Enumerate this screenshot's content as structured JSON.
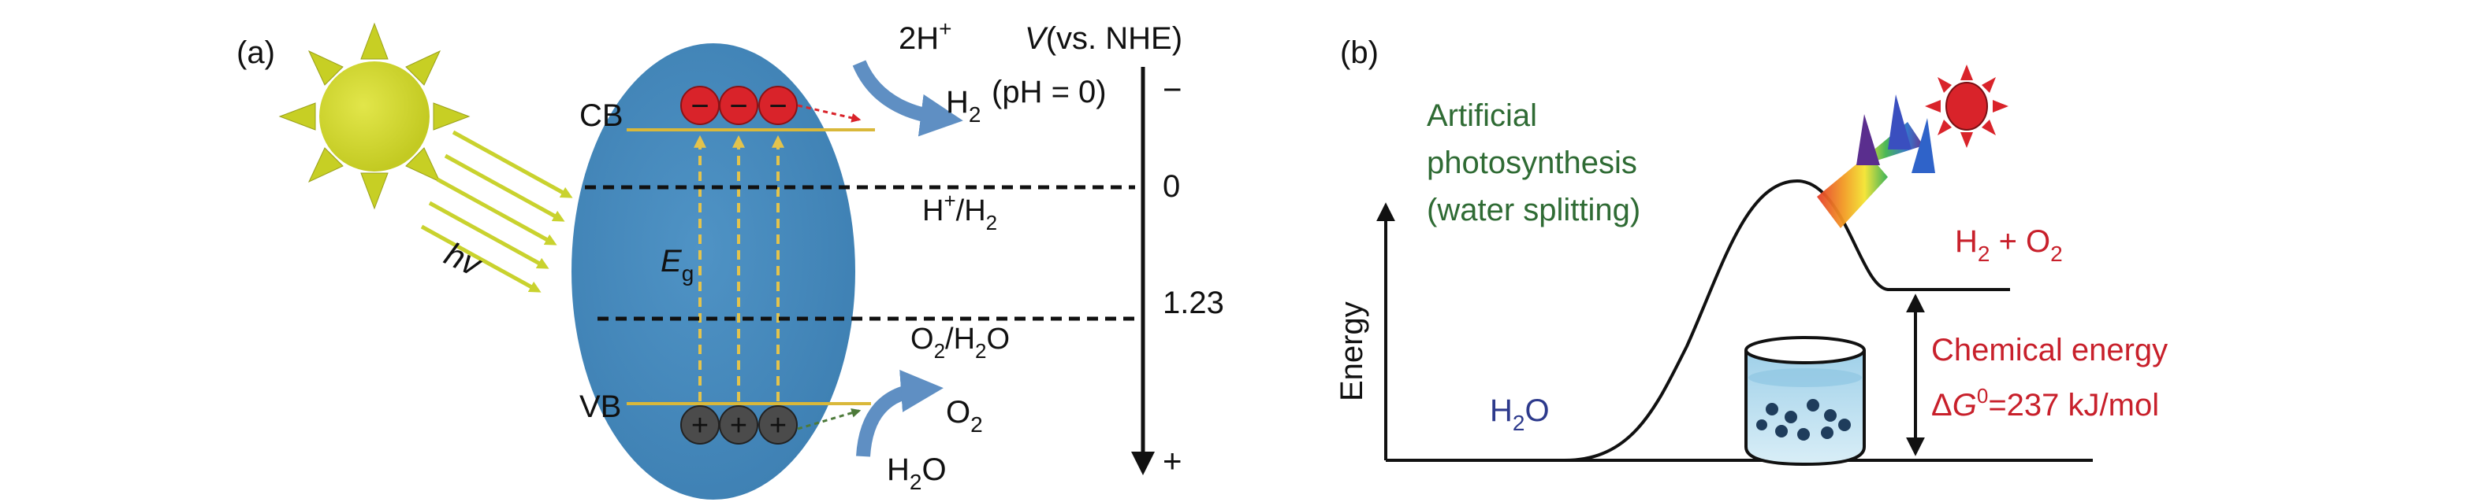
{
  "colors": {
    "background": "#ffffff",
    "semiconductor": "#4f93c5",
    "semiconductor_dark": "#3d7fb2",
    "band_line": "#d9b83a",
    "electron": "#d9232a",
    "hole": "#4b4b4b",
    "arrow_blue": "#5f8fc3",
    "sun": "#d2d62f",
    "sun_ray": "#c9d22e",
    "green_text": "#2f6b34",
    "red_text": "#c8202b",
    "navy_text": "#2d3a8c",
    "black": "#111111"
  },
  "panel_a": {
    "label": "(a)",
    "hv_label": "hv",
    "cb_label": "CB",
    "vb_label": "VB",
    "eg_label": "E",
    "eg_sub": "g",
    "electron_sign": "−",
    "hole_sign": "+",
    "h_plus_label": "2H",
    "h_plus_sup": "+",
    "h2_label": "H",
    "h2_sub": "2",
    "h2_level_note": "(pH = 0)",
    "h_couple_a": "H",
    "h_couple_sup": "+",
    "h_couple_b": "/H",
    "h_couple_sub": "2",
    "o_couple_a": "O",
    "o_couple_sub1": "2",
    "o_couple_b": "/H",
    "o_couple_sub2": "2",
    "o_couple_c": "O",
    "o2_label": "O",
    "o2_sub": "2",
    "h2o_label": "H",
    "h2o_sub": "2",
    "h2o_end": "O",
    "axis_v": "V",
    "axis_ref": "(vs. NHE)",
    "axis_minus": "−",
    "axis_zero": "0",
    "axis_123": "1.23",
    "axis_plus": "+"
  },
  "panel_b": {
    "label": "(b)",
    "title_line1": "Artificial",
    "title_line2": "photosynthesis",
    "title_line3": "(water splitting)",
    "y_label": "Energy",
    "reactant_a": "H",
    "reactant_sub": "2",
    "reactant_b": "O",
    "product_a": "H",
    "product_sub1": "2",
    "product_b": " + O",
    "product_sub2": "2",
    "energy_label": "Chemical energy",
    "delta_prefix": "Δ",
    "delta_g": "G",
    "delta_sup": "0",
    "delta_value": "=237 kJ/mol"
  }
}
